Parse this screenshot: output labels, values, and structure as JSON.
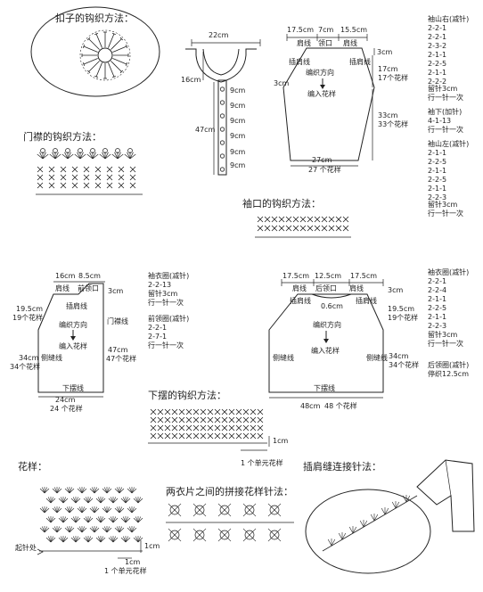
{
  "button_method": {
    "title": "扣子的钩织方法："
  },
  "placket_method": {
    "title": "门襟的钩织方法："
  },
  "cuff_method": {
    "title": "袖口的钩织方法："
  },
  "hem_method": {
    "title": "下摆的钩织方法：",
    "row_h": "1cm",
    "unit": "1 个单元花样"
  },
  "pattern": {
    "title": "花样：",
    "start": "起针处",
    "row_h": "1cm",
    "col_w": "1cm",
    "unit": "1 个单元花样"
  },
  "join_method": {
    "title": "两衣片之间的拼接花样针法："
  },
  "shoulder_method": {
    "title": "插肩缝连接针法："
  },
  "collar": {
    "width": "22cm",
    "depth": "16cm",
    "placket": "47cm",
    "spacing": "9cm"
  },
  "sleeve": {
    "top_widths": [
      "17.5cm",
      "7cm",
      "15.5cm"
    ],
    "shoulder": "肩线",
    "neck": "领口",
    "raglan": "插肩线",
    "dir": "编织方向",
    "add": "编入花样",
    "right_h": "3cm",
    "mid_h": "17cm",
    "mid_p": "17个花样",
    "low_h": "33cm",
    "low_p": "33个花样",
    "left_h": "3cm",
    "bottom_w": "27cm",
    "bottom_p": "27 个花样",
    "cap_title": "袖山右(减针)",
    "cap": [
      "2-2-1",
      "2-2-1",
      "2-3-2",
      "2-1-1",
      "2-2-5",
      "2-1-1",
      "2-2-2"
    ],
    "cap_rest": "留针3cm",
    "cap_rest2": "行一针一次",
    "under_title": "袖下(加针)",
    "under": [
      "4-1-13",
      "行一针一次"
    ],
    "capl_title": "袖山左(减针)",
    "capl": [
      "2-1-1",
      "2-2-5",
      "2-1-1",
      "2-2-5",
      "2-1-1",
      "2-2-3"
    ],
    "capl_rest": "留针3cm",
    "capl_rest2": "行一针一次"
  },
  "front": {
    "top_w": "16cm",
    "top_w2": "8.5cm",
    "shoulder": "肩线",
    "neck": "前领口",
    "raglan": "插肩线",
    "top_h": "3cm",
    "left_h1": "19.5cm",
    "left_p1": "19个花样",
    "dir": "编织方向",
    "add": "编入花样",
    "placket": "门襟线",
    "right_h": "47cm",
    "right_p": "47个花样",
    "left_h2": "34cm",
    "left_p2": "34个花样",
    "side": "侧缝线",
    "hem": "下摆线",
    "bottom_w": "24cm",
    "bottom_p": "24 个花样",
    "arm_title": "袖衣圈(减针)",
    "arm": [
      "2-2-13",
      "留针3cm",
      "行一针一次"
    ],
    "neck_title": "前领圈(减针)",
    "neck_list": [
      "2-2-1",
      "2-7-1",
      "行一针一次"
    ]
  },
  "back": {
    "top_widths": [
      "17.5cm",
      "12.5cm",
      "17.5cm"
    ],
    "shoulder": "肩线",
    "neck": "后领口",
    "raglan": "插肩线",
    "neck_h": "0.6cm",
    "top_h": "3cm",
    "dir": "编织方向",
    "add": "编入花样",
    "side": "侧缝线",
    "right_h1": "19.5cm",
    "right_p1": "19个花样",
    "right_h2": "34cm",
    "right_p2": "34个花样",
    "hem": "下摆线",
    "bottom_w": "48cm",
    "bottom_p": "48 个花样",
    "arm_title": "袖衣圈(减针)",
    "arm": [
      "2-2-1",
      "2-2-4",
      "2-1-1",
      "2-2-5",
      "2-1-1",
      "2-2-3",
      "留针3cm",
      "行一针一次"
    ],
    "neck_title": "后领圈(减针)",
    "neck_list": [
      "停织12.5cm"
    ]
  },
  "colors": {
    "ink": "#222222",
    "background": "#ffffff"
  }
}
